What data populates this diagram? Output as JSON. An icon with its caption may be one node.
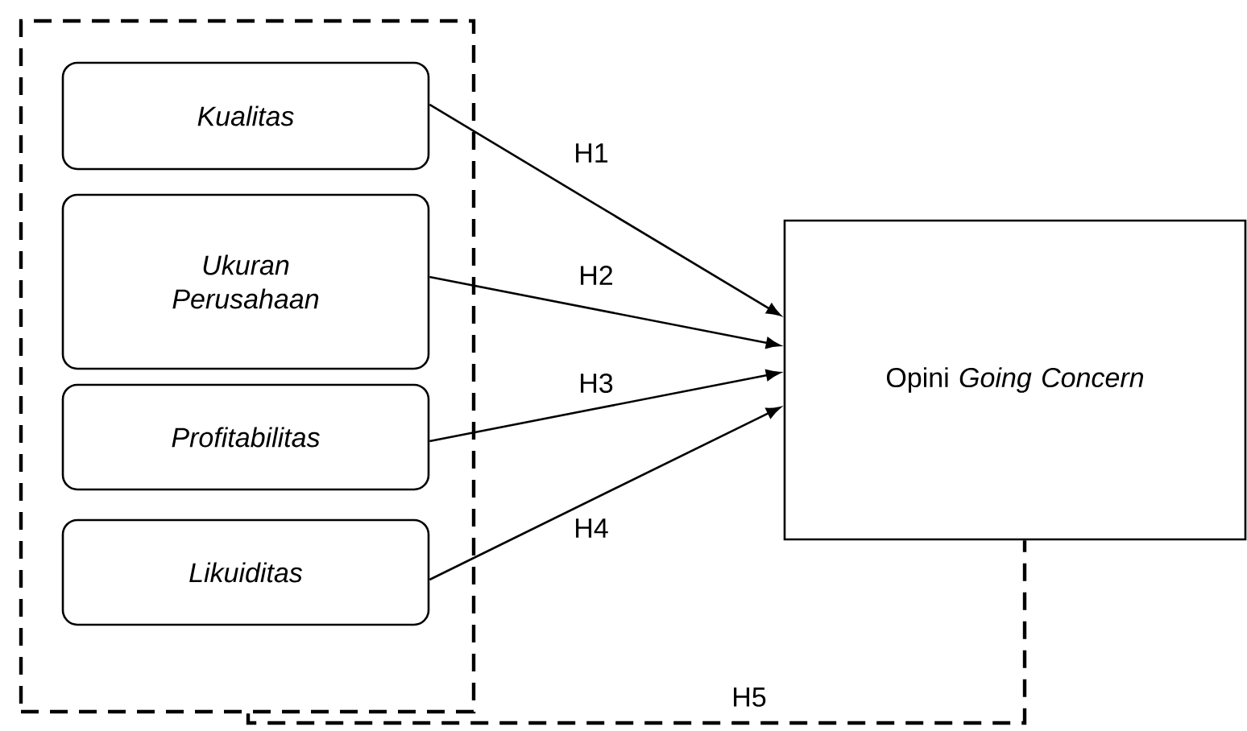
{
  "diagram": {
    "nodes": [
      {
        "text": [],
        "shape": "box"
      },
      {
        "text": [
          "Kualitas"
        ],
        "in": 0
      },
      {
        "text": [
          "Ukuran Perusahaan"
        ],
        "in": 0
      },
      {
        "text": [
          "Profitabilitas"
        ],
        "in": 0
      },
      {
        "text": [
          "Likuiditas"
        ],
        "in": 0
      },
      {
        "text": [
          "Opini *Going Concern*"
        ]
      }
    ],
    "edges": [
      {
        "from": 1,
        "to": 5,
        "arrow": "to",
        "label": "H1"
      },
      {
        "from": 2,
        "to": 5,
        "arrow": "to",
        "label": "H2"
      },
      {
        "from": 3,
        "to": 5,
        "arrow": "to",
        "label": "H3"
      },
      {
        "from": 4,
        "to": 5,
        "arrow": "to",
        "label": "H4"
      },
      {
        "from": 0,
        "to": 5,
        "arrow": "none",
        "label": "H5",
        "style": "dashed"
      }
    ]
  }
}
